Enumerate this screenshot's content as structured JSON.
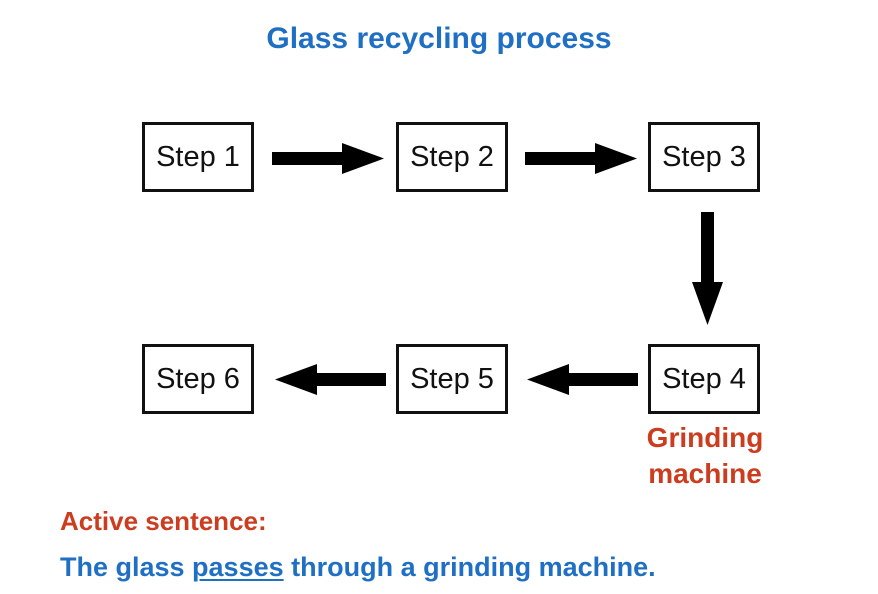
{
  "title": "Glass recycling process",
  "steps": [
    {
      "label": "Step 1"
    },
    {
      "label": "Step 2"
    },
    {
      "label": "Step 3"
    },
    {
      "label": "Step 4"
    },
    {
      "label": "Step 5"
    },
    {
      "label": "Step 6"
    }
  ],
  "step4_annotation": {
    "line1": "Grinding",
    "line2": "machine"
  },
  "active_label": "Active sentence:",
  "sentence": {
    "before": "The glass ",
    "verb": "passes",
    "after": " through a grinding machine."
  },
  "colors": {
    "blue": "#1f6fc4",
    "red": "#cc3d1f",
    "black": "#111111"
  }
}
